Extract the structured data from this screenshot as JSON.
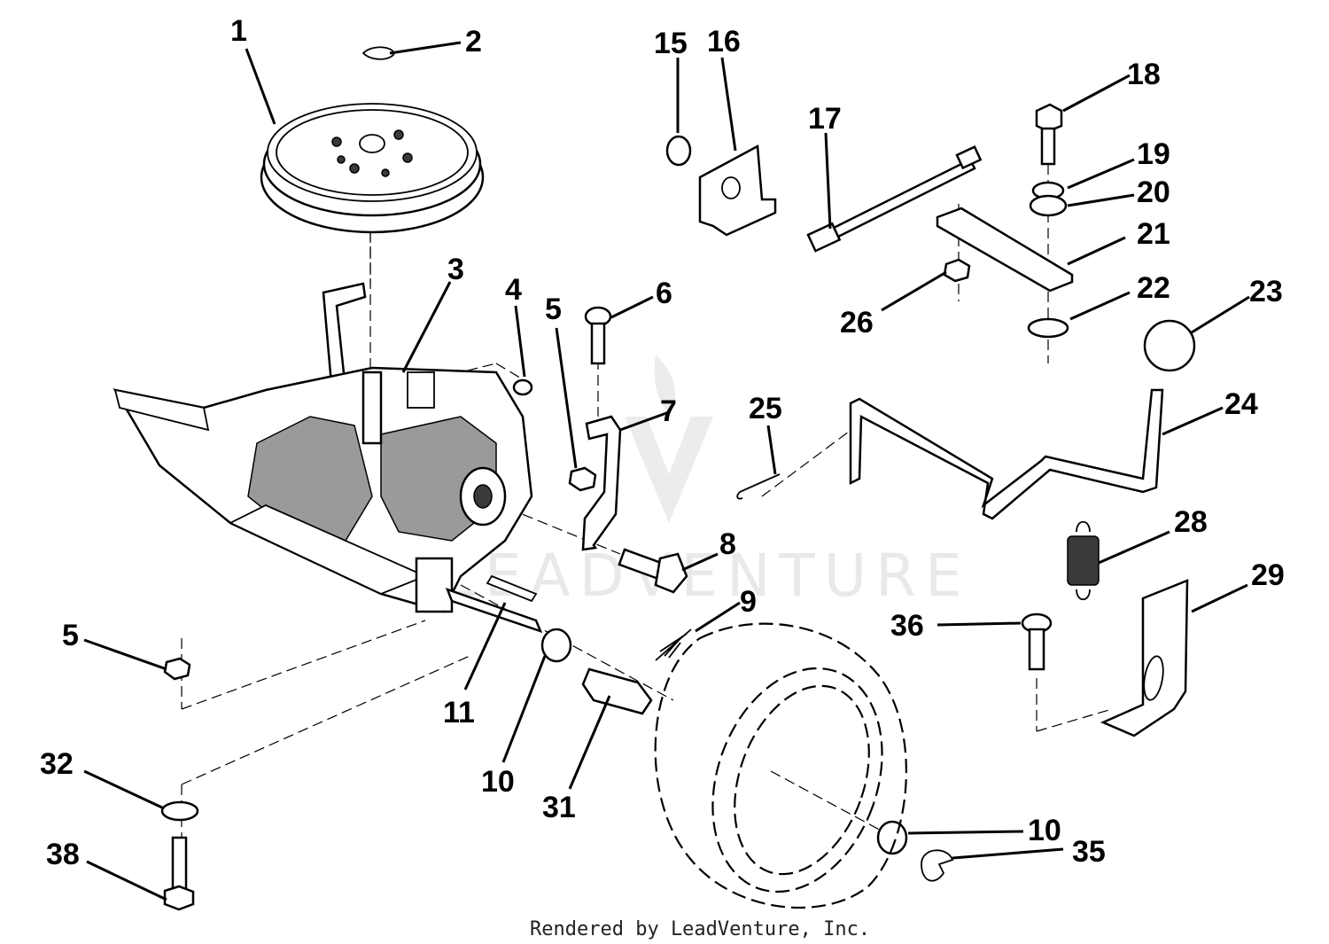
{
  "watermark": {
    "text": "LEADVENTURE"
  },
  "footer": {
    "text": "Rendered by LeadVenture, Inc."
  },
  "callouts": {
    "c1": "1",
    "c2": "2",
    "c3": "3",
    "c4": "4",
    "c5a": "5",
    "c5b": "5",
    "c6": "6",
    "c7": "7",
    "c8": "8",
    "c9": "9",
    "c10a": "10",
    "c10b": "10",
    "c11": "11",
    "c15": "15",
    "c16": "16",
    "c17": "17",
    "c18": "18",
    "c19": "19",
    "c20": "20",
    "c21": "21",
    "c22": "22",
    "c23": "23",
    "c24": "24",
    "c25": "25",
    "c26": "26",
    "c28": "28",
    "c29": "29",
    "c31": "31",
    "c32": "32",
    "c35": "35",
    "c36": "36",
    "c38": "38"
  }
}
